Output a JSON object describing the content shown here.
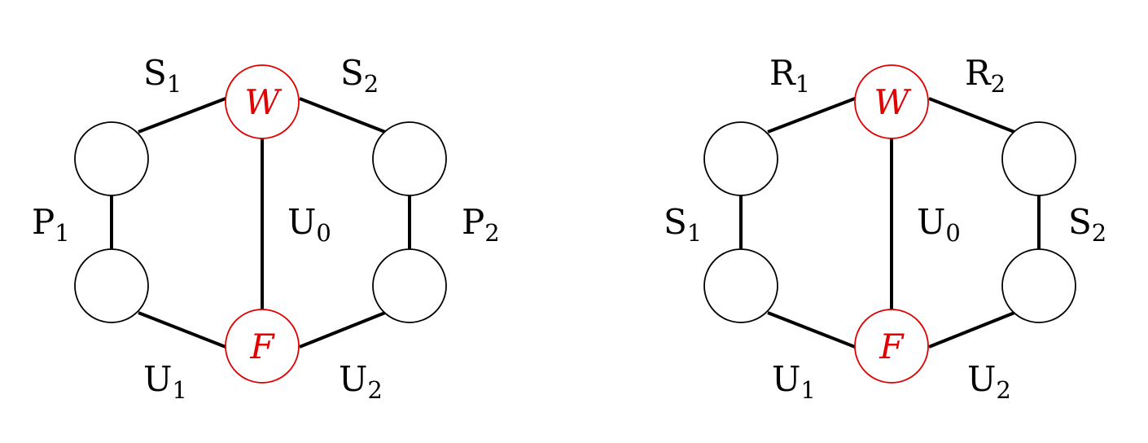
{
  "colors": {
    "edge": "#000000",
    "node_stroke": "#000000",
    "special": "#e00000",
    "background": "#ffffff"
  },
  "graphs": [
    {
      "special_nodes": {
        "top": "W",
        "bottom": "F"
      },
      "edge_labels": {
        "upper_left": {
          "main": "S",
          "sub": "1"
        },
        "upper_right": {
          "main": "S",
          "sub": "2"
        },
        "left": {
          "main": "P",
          "sub": "1"
        },
        "right": {
          "main": "P",
          "sub": "2"
        },
        "center": {
          "main": "U",
          "sub": "0"
        },
        "lower_left": {
          "main": "U",
          "sub": "1"
        },
        "lower_right": {
          "main": "U",
          "sub": "2"
        }
      }
    },
    {
      "special_nodes": {
        "top": "W",
        "bottom": "F"
      },
      "edge_labels": {
        "upper_left": {
          "main": "R",
          "sub": "1"
        },
        "upper_right": {
          "main": "R",
          "sub": "2"
        },
        "left": {
          "main": "S",
          "sub": "1"
        },
        "right": {
          "main": "S",
          "sub": "2"
        },
        "center": {
          "main": "U",
          "sub": "0"
        },
        "lower_left": {
          "main": "U",
          "sub": "1"
        },
        "lower_right": {
          "main": "U",
          "sub": "2"
        }
      }
    }
  ]
}
